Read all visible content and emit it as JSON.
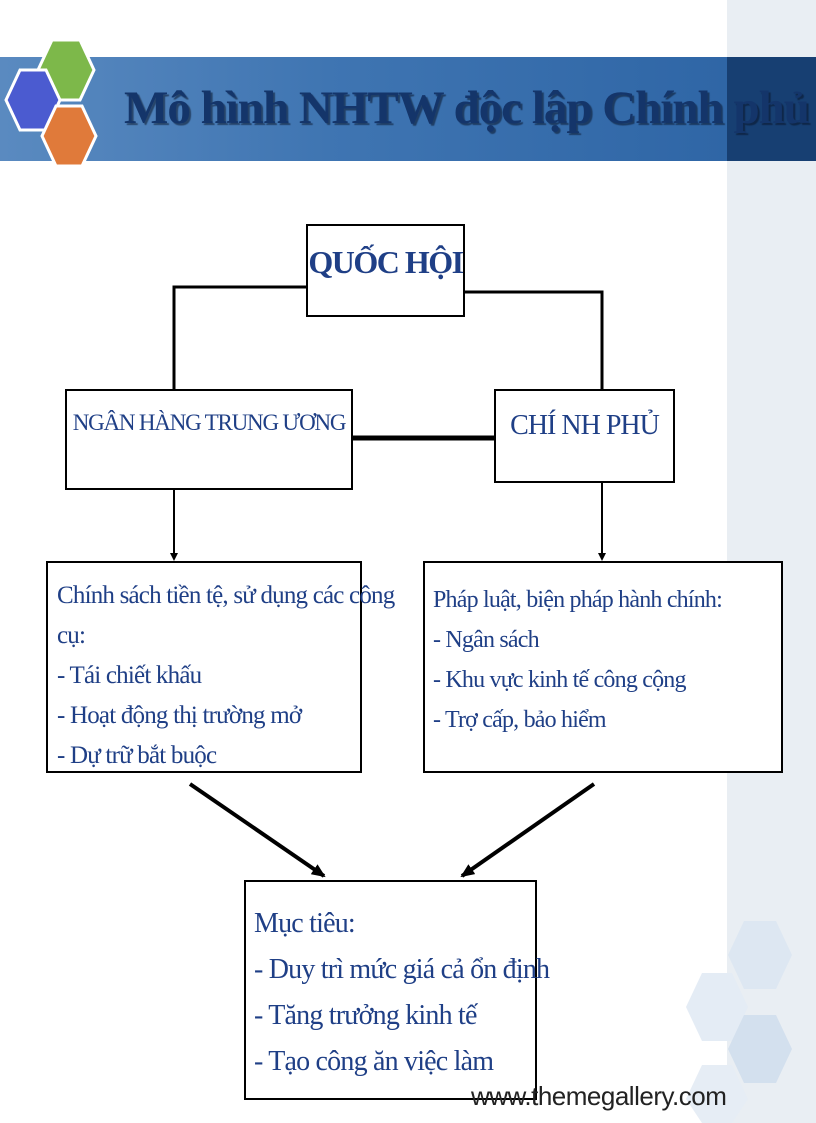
{
  "slide": {
    "title": "Mô hình NHTW độc lập Chính phủ",
    "footer_url": "www.themegallery.com"
  },
  "diagram": {
    "quoc_hoi": "QUỐC HỘI",
    "ngan_hang": "NGÂN HÀNG TRUNG ƯƠNG",
    "chinh_phu": "CHÍ NH  PHỦ",
    "left_box": {
      "lines": [
        "Chính sách tiền tệ, sử dụng các công",
        "cụ:",
        "- Tái chiết khấu",
        "- Hoạt động thị trường mở",
        "- Dự trữ bắt buộc"
      ]
    },
    "right_box": {
      "lines": [
        "Pháp luật, biện pháp hành chính:",
        "- Ngân sách",
        "- Khu vực kinh tế công cộng",
        "- Trợ cấp, bảo hiểm"
      ]
    },
    "goal_box": {
      "lines": [
        "Mục tiêu:",
        "- Duy trì mức giá cả ổn định",
        "- Tăng trưởng kinh tế",
        "- Tạo công ăn việc làm"
      ]
    }
  },
  "colors": {
    "title_band": "#3f75b2",
    "title_text": "#14356a",
    "box_text": "#1f3f86",
    "hex_green": "#7db84a",
    "hex_blue": "#4b5bd0",
    "hex_orange": "#e07a3a"
  }
}
